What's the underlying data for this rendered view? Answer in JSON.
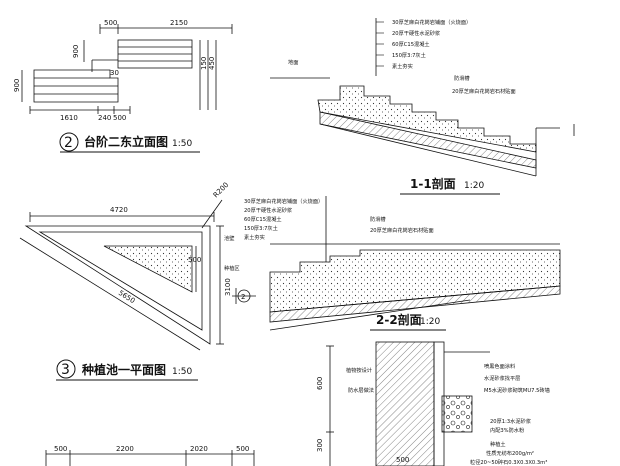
{
  "views": {
    "elevation": {
      "number": "2",
      "title": "台阶二东立面图",
      "scale": "1:50",
      "dims": {
        "top_500": "500",
        "top_2150": "2150",
        "left_900a": "900",
        "left_900b": "900",
        "bottom_1610": "1610",
        "bottom_240": "240",
        "bottom_500": "500",
        "right_150": "150",
        "right_450": "450",
        "mid_30": "30"
      }
    },
    "section_1": {
      "title": "1-1剖面",
      "scale": "1:20",
      "callouts": [
        "30厚芝麻白花岗岩铺面（火烧面）",
        "20厚干硬性水泥砂浆",
        "60厚C15混凝土",
        "150厚3:7灰土",
        "素土夯实"
      ],
      "nosing_note": "防滑槽",
      "edge_note": "20厚芝麻白花岗岩石材贴面",
      "grade_label": "地面"
    },
    "section_2": {
      "title": "2-2剖面",
      "scale": "1:20",
      "callouts": [
        "30厚芝麻白花岗岩铺面（火烧面）",
        "20厚干硬性水泥砂浆",
        "60厚C15混凝土",
        "150厚3:7灰土",
        "素土夯实"
      ],
      "nosing_note": "防滑槽",
      "edge_note": "20厚芝麻白花岗岩石材贴面"
    },
    "planter_plan": {
      "number": "3",
      "title": "种植池一平面图",
      "scale": "1:50",
      "dims": {
        "width": "4720",
        "radius": "R200",
        "diag": "5650",
        "height": "3100",
        "inner": "500"
      },
      "labels": {
        "a": "池壁",
        "b": "种植区"
      },
      "section_mark": "2"
    },
    "wall_detail": {
      "label_top": "植物按设计",
      "callouts": [
        "喷黑色面涂料",
        "水泥砂浆找平层",
        "M5水泥砂浆砌筑MU7.5砖墙"
      ],
      "bottom_callouts": [
        "20厚1:3水泥砂浆",
        "内配3%防水粉",
        "种植土",
        "性质无纺布200g/m²",
        "粒径20~50碎石0.3X0.3X0.3m³"
      ],
      "dims": {
        "d600": "600",
        "d300": "300",
        "d500": "500"
      },
      "note_left": "防水层做法"
    },
    "bottom_dims": {
      "a": "500",
      "b": "2200",
      "c": "2020",
      "d": "500"
    }
  }
}
